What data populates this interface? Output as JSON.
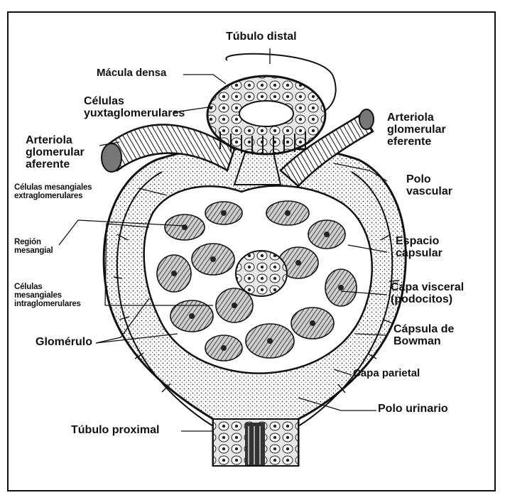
{
  "labels": {
    "tubulo_distal": "Túbulo distal",
    "macula_densa": "Mácula densa",
    "celulas_yuxta": "Células\nyuxtaglomerulares",
    "arteriola_aferente": "Arteriola\nglomerular\naferente",
    "arteriola_eferente": "Arteriola\nglomerular\neferente",
    "celulas_mesangiales_extra": "Células mesangiales\nextraglomerulares",
    "polo_vascular": "Polo\nvascular",
    "region_mesangial": "Región\nmesangial",
    "espacio_capsular": "Espacio\ncapsular",
    "celulas_mesangiales_intra": "Células\nmesangiales\nintraglomerulares",
    "capa_visceral": "Capa visceral\n(podocitos)",
    "glomerulo": "Glomérulo",
    "capsula_bowman": "Cápsula de\nBowman",
    "capa_parietal": "Capa parietal",
    "polo_urinario": "Polo urinario",
    "tubulo_proximal": "Túbulo proximal"
  },
  "colors": {
    "ink": "#111111",
    "paper": "#ffffff",
    "shade": "#8a8a8a"
  }
}
